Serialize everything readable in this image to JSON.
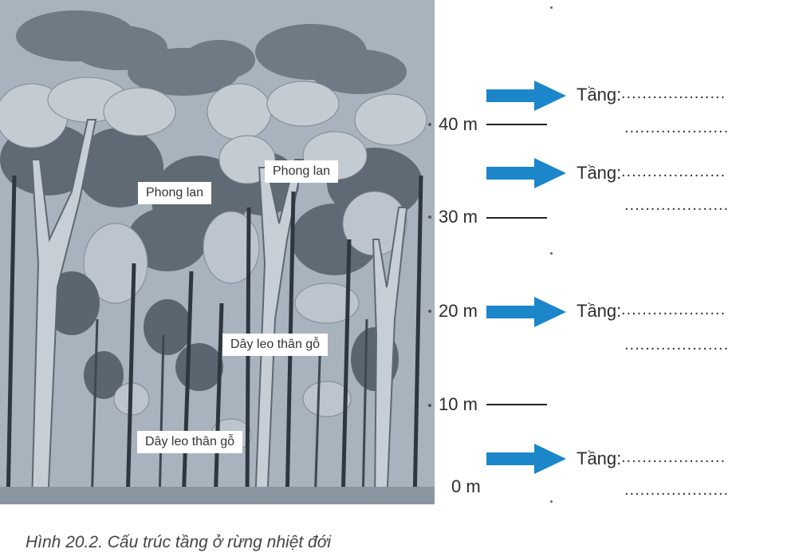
{
  "forest": {
    "labels": [
      "Phong lan",
      "Phong lan",
      "Dây leo thân gỗ",
      "Dây leo thân gỗ"
    ]
  },
  "scale": {
    "marks": [
      "40 m",
      "30 m",
      "20 m",
      "10 m",
      "0 m"
    ]
  },
  "layers": {
    "label": "Tầng:",
    "dots": "....................",
    "rows": [
      "Tầng:",
      "Tầng:",
      "Tầng:",
      "Tầng:"
    ]
  },
  "colors": {
    "sky": "#a9b3bd",
    "arrow": "#1b86c9",
    "tree_dark": "#4a5560",
    "tree_light": "#c9d0d7"
  },
  "caption": "Hình 20.2. Cấu trúc tầng ở rừng nhiệt đới"
}
